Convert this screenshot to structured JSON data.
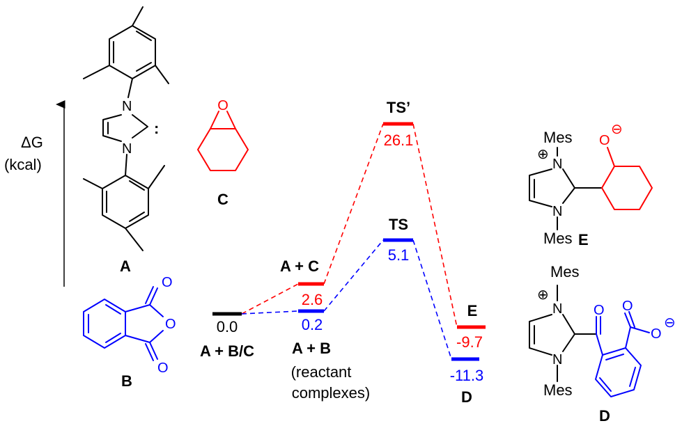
{
  "colors": {
    "black": "#000000",
    "red": "#ff0000",
    "blue": "#0000ff"
  },
  "axis": {
    "symbol": "ΔG",
    "unit": "(kcal)"
  },
  "levels": {
    "start": {
      "value": "0.0",
      "label": "A + B/C"
    },
    "ac": {
      "value": "2.6",
      "label": "A + C"
    },
    "ab": {
      "value": "0.2",
      "label": "A + B",
      "note1": "(reactant",
      "note2": "complexes)"
    },
    "ts_prime": {
      "value": "26.1",
      "label": "TS’"
    },
    "ts": {
      "value": "5.1",
      "label": "TS"
    },
    "e": {
      "value": "-9.7",
      "label": "E"
    },
    "d": {
      "value": "-11.3",
      "label": "D"
    }
  },
  "molecules": {
    "a": {
      "label": "A",
      "n1": "N",
      "n3": "N",
      "carbene": ":"
    },
    "b": {
      "label": "B",
      "o1": "O",
      "o2": "O",
      "o3": "O"
    },
    "c": {
      "label": "C",
      "o": "O"
    },
    "e": {
      "label": "E",
      "mes1": "Mes",
      "mes2": "Mes",
      "n1": "N",
      "n3": "N",
      "plus": "⊕",
      "o": "O",
      "minus": "⊖"
    },
    "d": {
      "label": "D",
      "mes1": "Mes",
      "mes2": "Mes",
      "n1": "N",
      "n3": "N",
      "plus": "⊕",
      "o1": "O",
      "o2": "O",
      "o3": "O",
      "minus": "⊖"
    }
  }
}
